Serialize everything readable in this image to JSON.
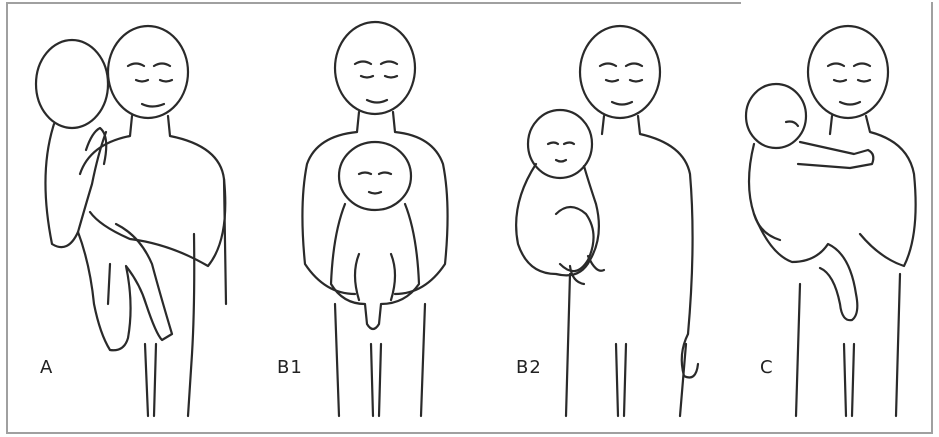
{
  "figure": {
    "panels": [
      {
        "id": "A",
        "label": "A",
        "hold": "baby-over-shoulder-icon"
      },
      {
        "id": "B1",
        "label": "B1",
        "hold": "baby-facing-out-icon"
      },
      {
        "id": "B2",
        "label": "B2",
        "hold": "baby-on-side-icon"
      },
      {
        "id": "C",
        "label": "C",
        "hold": "baby-on-hip-icon"
      }
    ]
  }
}
